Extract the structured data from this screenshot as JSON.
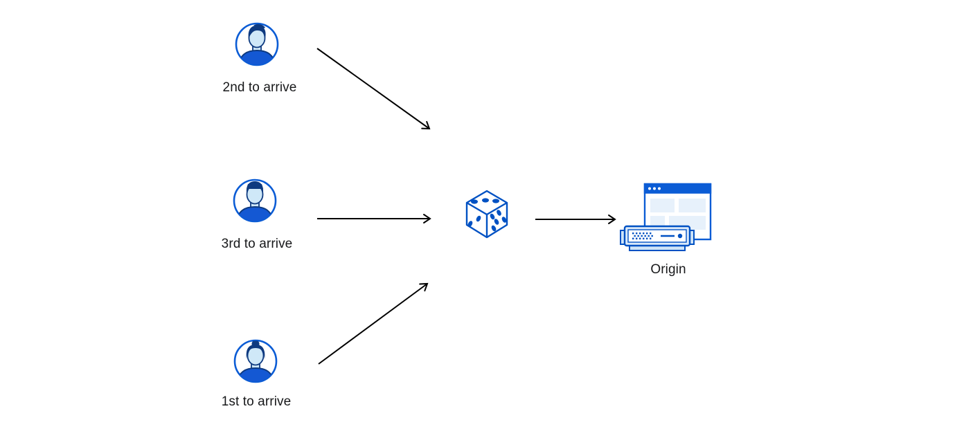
{
  "page": {
    "background": "#ffffff"
  },
  "diagram": {
    "type": "flow",
    "description": "Three clients arriving in different order are routed through a random selection (dice) to a single origin server",
    "colors": {
      "primary_blue": "#0051c3",
      "accent_blue": "#0b5cd5",
      "shirt_blue": "#1458d3",
      "dark_navy": "#0e3a80",
      "skin_light_blue": "#cfe8f8",
      "panel_light_blue": "#e7f1fb",
      "frame_light_blue": "#cfe4f8",
      "arrow_black": "#000000",
      "text": "#17181a"
    },
    "clients": [
      {
        "label": "2nd to arrive",
        "icon": "user-avatar-male-swoosh-hair"
      },
      {
        "label": "3rd to arrive",
        "icon": "user-avatar-male-short-hair"
      },
      {
        "label": "1st to arrive",
        "icon": "user-avatar-female-bun-hair"
      }
    ],
    "randomizer": {
      "icon": "dice-icon",
      "meaning": "random order selection"
    },
    "origin": {
      "label": "Origin",
      "icon": "origin-server-browser-icon"
    },
    "arrows": [
      {
        "from": "2nd to arrive",
        "to": "dice"
      },
      {
        "from": "3rd to arrive",
        "to": "dice"
      },
      {
        "from": "1st to arrive",
        "to": "dice"
      },
      {
        "from": "dice",
        "to": "Origin"
      }
    ]
  }
}
